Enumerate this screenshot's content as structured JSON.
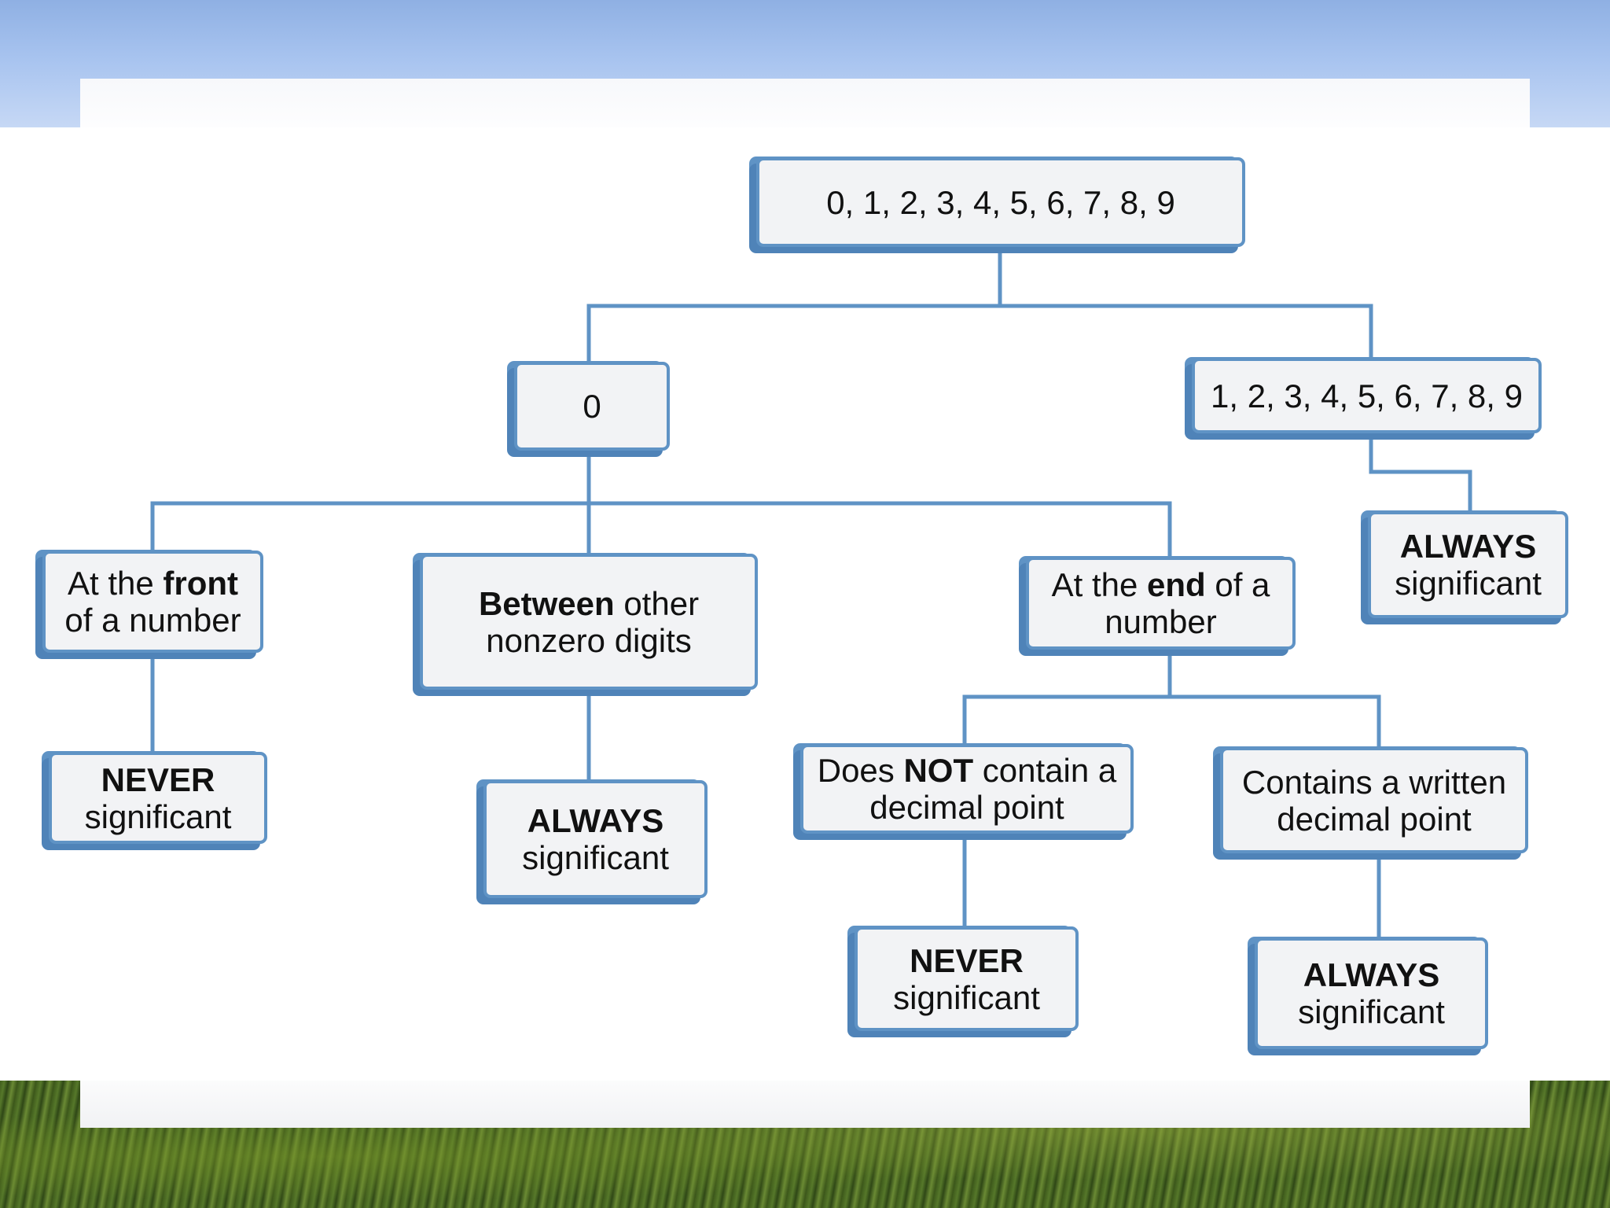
{
  "colors": {
    "connector": "#5f93c5",
    "box_border": "#5f93c5",
    "box_fill": "#f2f3f5",
    "sky": "#a7c3ef",
    "grass": "#3e5a1c"
  },
  "nodes": {
    "root": {
      "text": "0, 1, 2, 3, 4, 5, 6, 7, 8, 9"
    },
    "zero": {
      "text": "0"
    },
    "nonzero": {
      "text": "1, 2, 3, 4, 5, 6, 7, 8, 9"
    },
    "nonzero_result": {
      "bold": "ALWAYS",
      "rest": "significant"
    },
    "front": {
      "pre": "At the ",
      "bold": "front",
      "line2": "of a number"
    },
    "between": {
      "bold": "Between",
      "rest": " other",
      "line2": "nonzero digits"
    },
    "end": {
      "pre": "At the ",
      "bold": "end",
      "post": " of a",
      "line2": "number"
    },
    "front_result": {
      "bold": "NEVER",
      "rest": "significant"
    },
    "between_result": {
      "bold": "ALWAYS",
      "rest": "significant"
    },
    "no_decimal": {
      "pre": "Does ",
      "bold": "NOT",
      "post": " contain a",
      "line2": "decimal point"
    },
    "decimal": {
      "line1": "Contains a written",
      "line2": "decimal point"
    },
    "no_decimal_result": {
      "bold": "NEVER",
      "rest": "significant"
    },
    "decimal_result": {
      "bold": "ALWAYS",
      "rest": "significant"
    }
  }
}
